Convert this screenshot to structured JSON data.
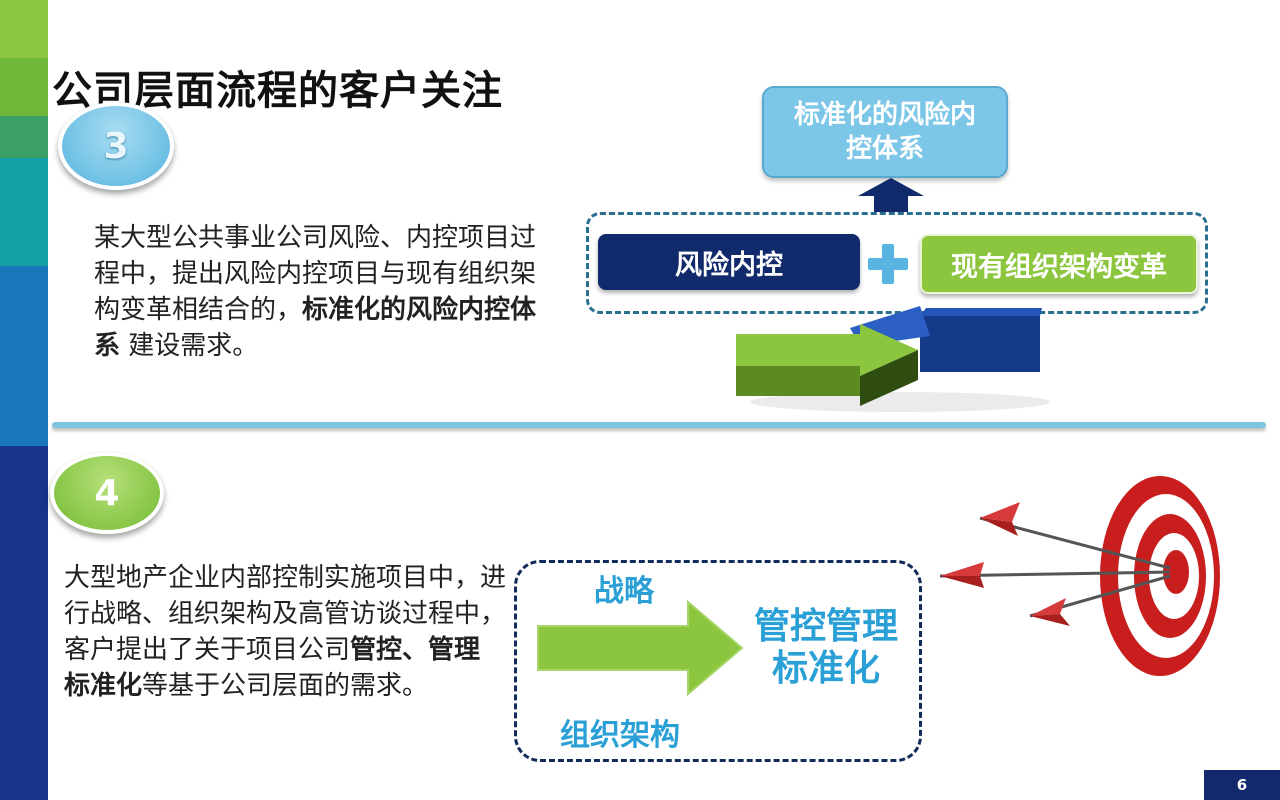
{
  "slide": {
    "title": "公司层面流程的客户关注",
    "page_number": "6"
  },
  "case3": {
    "badge": "3",
    "text_plain_1": "某大型公共事业公司风险、内控项目过程中，提出风险内控项目与现有组织架构变革相结合的，",
    "text_bold_1": "标准化的风险内控体系",
    "text_plain_2": "  建设需求。",
    "diagram": {
      "top_box": "标准化的风险内控体系",
      "left_pill": "风险内控",
      "plus": "+",
      "right_pill": "现有组织架构变革"
    }
  },
  "case4": {
    "badge": "4",
    "text_plain_1": "大型地产企业内部控制实施项目中，进行战略、组织架构及高管访谈过程中，客户提出了关于项目公司",
    "text_bold_1": "管控、管理标准化",
    "text_plain_2": "等基于公司层面的需求。",
    "diagram": {
      "label_top": "战略",
      "label_bottom": "组织架构",
      "result": "管控管理标准化"
    }
  },
  "colors": {
    "navy": "#112a6b",
    "green": "#8cc63f",
    "light_blue": "#7cc6e8",
    "accent_blue": "#2aa0d6"
  }
}
